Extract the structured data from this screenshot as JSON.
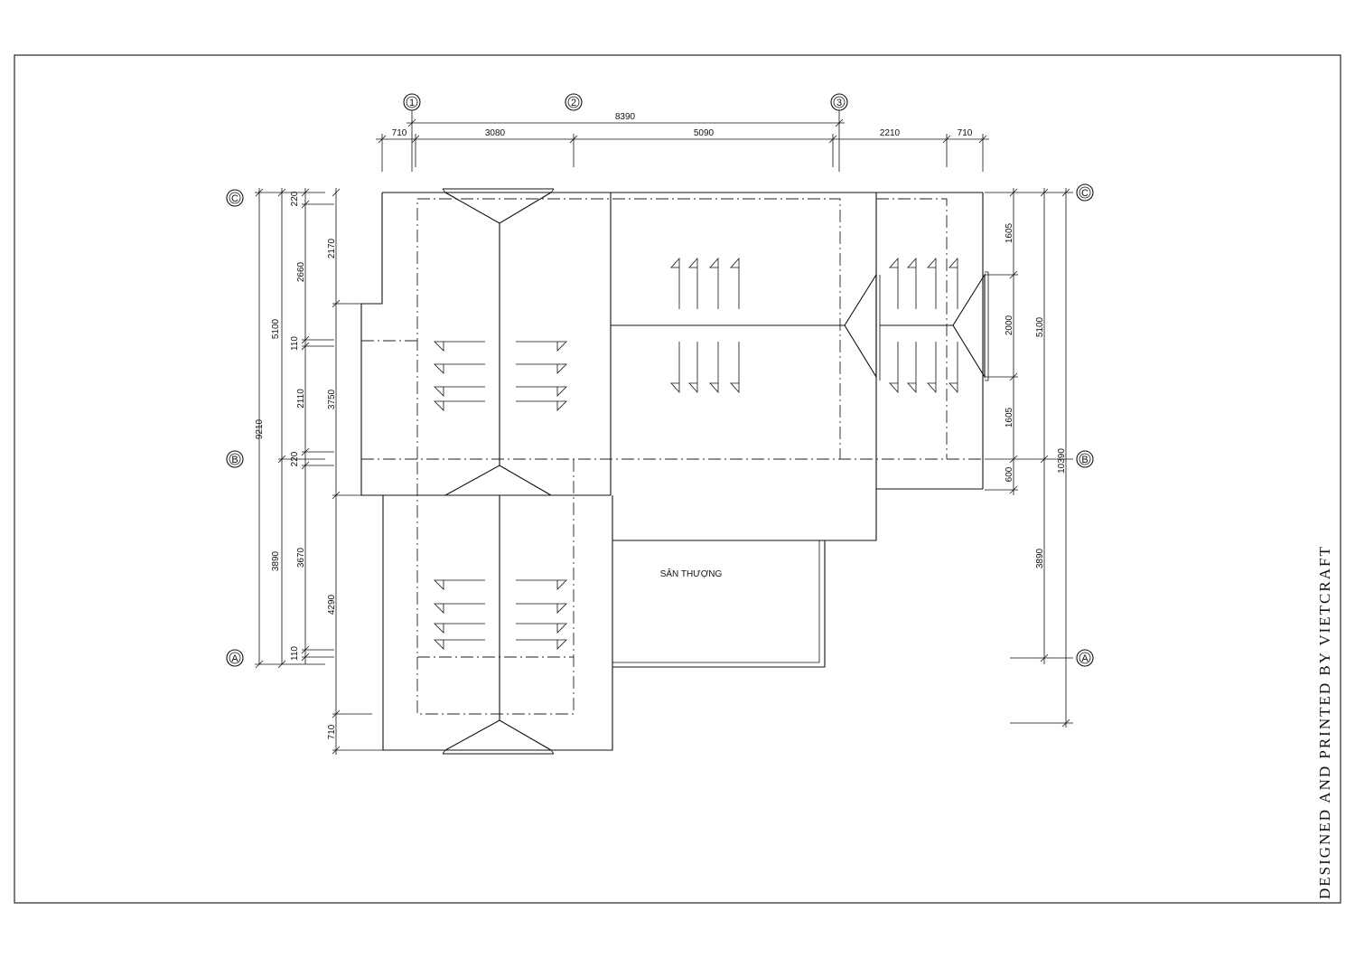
{
  "drawing": {
    "grid_axes": {
      "col_1": "1",
      "col_2": "2",
      "col_3": "3",
      "row_a": "A",
      "row_b": "B",
      "row_c": "C"
    },
    "dimensions_top": {
      "overall": "8390",
      "seg_1": "710",
      "seg_2": "3080",
      "seg_3": "5090",
      "seg_4": "2210",
      "seg_5": "710"
    },
    "dimensions_left": {
      "overall": "9210",
      "upper": "5100",
      "lower": "3890",
      "d_220_top": "220",
      "d_2660": "2660",
      "d_110_mid": "110",
      "d_2110": "2110",
      "d_220_mid": "220",
      "d_3670": "3670",
      "d_110_bot": "110",
      "d_2170": "2170",
      "d_3750": "3750",
      "d_4290": "4290",
      "d_710": "710"
    },
    "dimensions_right": {
      "d_1605_top": "1605",
      "d_2000": "2000",
      "d_1605_bot": "1605",
      "d_600": "600",
      "d_5100": "5100",
      "d_3890": "3890",
      "d_10390": "10390"
    },
    "room_label": "SÂN THƯỢNG",
    "credit": "DESIGNED AND PRINTED BY VIETCRAFT"
  }
}
